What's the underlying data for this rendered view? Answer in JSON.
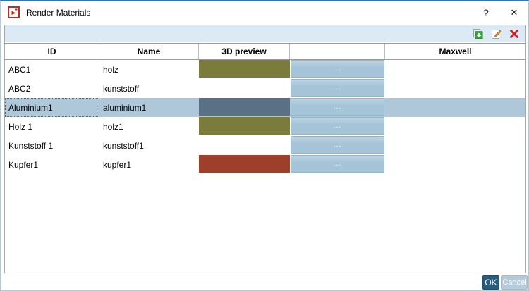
{
  "window": {
    "title": "Render Materials",
    "help_label": "?",
    "close_label": "✕"
  },
  "toolbar": {
    "icons": [
      "add-material-icon",
      "edit-material-icon",
      "delete-material-icon"
    ]
  },
  "table": {
    "columns": [
      "ID",
      "Name",
      "3D preview",
      "",
      "Maxwell"
    ],
    "browse_label": "...",
    "rows": [
      {
        "id": "ABC1",
        "name": "holz",
        "preview_color": "#7b7b3c",
        "maxwell": "",
        "selected": false
      },
      {
        "id": "ABC2",
        "name": "kunststoff",
        "preview_color": null,
        "maxwell": "",
        "selected": false
      },
      {
        "id": "Aluminium1",
        "name": "aluminium1",
        "preview_color": "#5a7085",
        "maxwell": "",
        "selected": true
      },
      {
        "id": "Holz 1",
        "name": "holz1",
        "preview_color": "#7b7b3c",
        "maxwell": "",
        "selected": false
      },
      {
        "id": "Kunststoff 1",
        "name": "kunststoff1",
        "preview_color": null,
        "maxwell": "",
        "selected": false
      },
      {
        "id": "Kupfer1",
        "name": "kupfer1",
        "preview_color": "#9e3f2b",
        "maxwell": "",
        "selected": false
      }
    ]
  },
  "footer": {
    "ok_label": "OK",
    "cancel_label": "Cancel"
  },
  "colors": {
    "accent_top_border": "#2a77b8",
    "toolbar_bg": "#dceaf5",
    "selection_bg": "#aec8da",
    "browse_button_bg": "#a6c4d8",
    "ok_button_bg": "#255d82",
    "cancel_button_bg": "#b5cbd9",
    "delete_icon_red": "#cc2026",
    "add_icon_green": "#3ba53b",
    "edit_icon_orange": "#e0912e"
  }
}
